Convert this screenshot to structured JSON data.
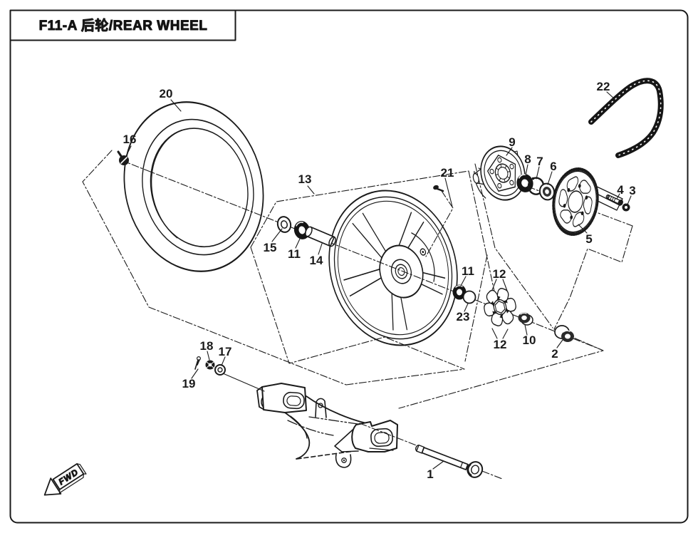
{
  "header": {
    "title": "F11-A 后轮/REAR WHEEL"
  },
  "orientation": {
    "fwd_label": "FWD"
  },
  "colors": {
    "line": "#1a1a1a",
    "background": "#ffffff"
  },
  "callouts": {
    "c1": "1",
    "c2": "2",
    "c3": "3",
    "c4": "4",
    "c5": "5",
    "c6": "6",
    "c7": "7",
    "c8": "8",
    "c9": "9",
    "c10": "10",
    "c11a": "11",
    "c11b": "11",
    "c12a": "12",
    "c12b": "12",
    "c13": "13",
    "c14": "14",
    "c15": "15",
    "c16": "16",
    "c17": "17",
    "c18": "18",
    "c19": "19",
    "c20": "20",
    "c21": "21",
    "c22": "22",
    "c23": "23"
  }
}
